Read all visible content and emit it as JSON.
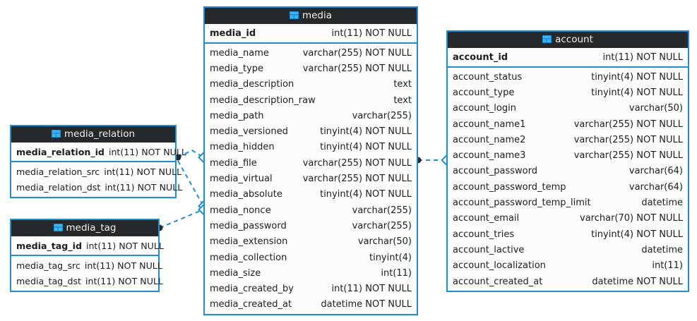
{
  "diagram": {
    "type": "er-diagram",
    "background_color": "#ffffff",
    "accent_color": "#1a8fd1",
    "header_color": "#25292b",
    "header_text_color": "#f2f2f2",
    "row_background": "#fcfcfc",
    "connector_color": "#1a8fd1",
    "connector_style": "dashed",
    "icon_name": "table-icon"
  },
  "entities": {
    "media": {
      "name": "media",
      "primary_key": {
        "name": "media_id",
        "type": "int(11) NOT NULL"
      },
      "fields": [
        {
          "name": "media_name",
          "type": "varchar(255) NOT NULL"
        },
        {
          "name": "media_type",
          "type": "varchar(255) NOT NULL"
        },
        {
          "name": "media_description",
          "type": "text"
        },
        {
          "name": "media_description_raw",
          "type": "text"
        },
        {
          "name": "media_path",
          "type": "varchar(255)"
        },
        {
          "name": "media_versioned",
          "type": "tinyint(4) NOT NULL"
        },
        {
          "name": "media_hidden",
          "type": "tinyint(4) NOT NULL"
        },
        {
          "name": "media_file",
          "type": "varchar(255) NOT NULL"
        },
        {
          "name": "media_virtual",
          "type": "varchar(255) NOT NULL"
        },
        {
          "name": "media_absolute",
          "type": "tinyint(4) NOT NULL"
        },
        {
          "name": "media_nonce",
          "type": "varchar(255)"
        },
        {
          "name": "media_password",
          "type": "varchar(255)"
        },
        {
          "name": "media_extension",
          "type": "varchar(50)"
        },
        {
          "name": "media_collection",
          "type": "tinyint(4)"
        },
        {
          "name": "media_size",
          "type": "int(11)"
        },
        {
          "name": "media_created_by",
          "type": "int(11) NOT NULL"
        },
        {
          "name": "media_created_at",
          "type": "datetime NOT NULL"
        }
      ]
    },
    "account": {
      "name": "account",
      "primary_key": {
        "name": "account_id",
        "type": "int(11) NOT NULL"
      },
      "fields": [
        {
          "name": "account_status",
          "type": "tinyint(4) NOT NULL"
        },
        {
          "name": "account_type",
          "type": "tinyint(4) NOT NULL"
        },
        {
          "name": "account_login",
          "type": "varchar(50)"
        },
        {
          "name": "account_name1",
          "type": "varchar(255) NOT NULL"
        },
        {
          "name": "account_name2",
          "type": "varchar(255) NOT NULL"
        },
        {
          "name": "account_name3",
          "type": "varchar(255) NOT NULL"
        },
        {
          "name": "account_password",
          "type": "varchar(64)"
        },
        {
          "name": "account_password_temp",
          "type": "varchar(64)"
        },
        {
          "name": "account_password_temp_limit",
          "type": "datetime"
        },
        {
          "name": "account_email",
          "type": "varchar(70) NOT NULL"
        },
        {
          "name": "account_tries",
          "type": "tinyint(4) NOT NULL"
        },
        {
          "name": "account_lactive",
          "type": "datetime"
        },
        {
          "name": "account_localization",
          "type": "int(11)"
        },
        {
          "name": "account_created_at",
          "type": "datetime NOT NULL"
        }
      ]
    },
    "media_relation": {
      "name": "media_relation",
      "primary_key": {
        "name": "media_relation_id",
        "type": "int(11) NOT NULL"
      },
      "fields": [
        {
          "name": "media_relation_src",
          "type": "int(11) NOT NULL"
        },
        {
          "name": "media_relation_dst",
          "type": "int(11) NOT NULL"
        }
      ]
    },
    "media_tag": {
      "name": "media_tag",
      "primary_key": {
        "name": "media_tag_id",
        "type": "int(11) NOT NULL"
      },
      "fields": [
        {
          "name": "media_tag_src",
          "type": "int(11) NOT NULL"
        },
        {
          "name": "media_tag_dst",
          "type": "int(11) NOT NULL"
        }
      ]
    }
  },
  "relationships": [
    {
      "name": "media-relation-to-media-a",
      "from": "media_relation",
      "to": "media",
      "from_marker": "dot",
      "to_marker": "diamond"
    },
    {
      "name": "media-relation-to-media-b",
      "from": "media_relation",
      "to": "media",
      "from_marker": "dot",
      "to_marker": "diamond"
    },
    {
      "name": "media-tag-to-media",
      "from": "media_tag",
      "to": "media",
      "from_marker": "dot",
      "to_marker": "diamond"
    },
    {
      "name": "media-to-account",
      "from": "media",
      "to": "account",
      "from_marker": "dot",
      "to_marker": "diamond"
    }
  ]
}
